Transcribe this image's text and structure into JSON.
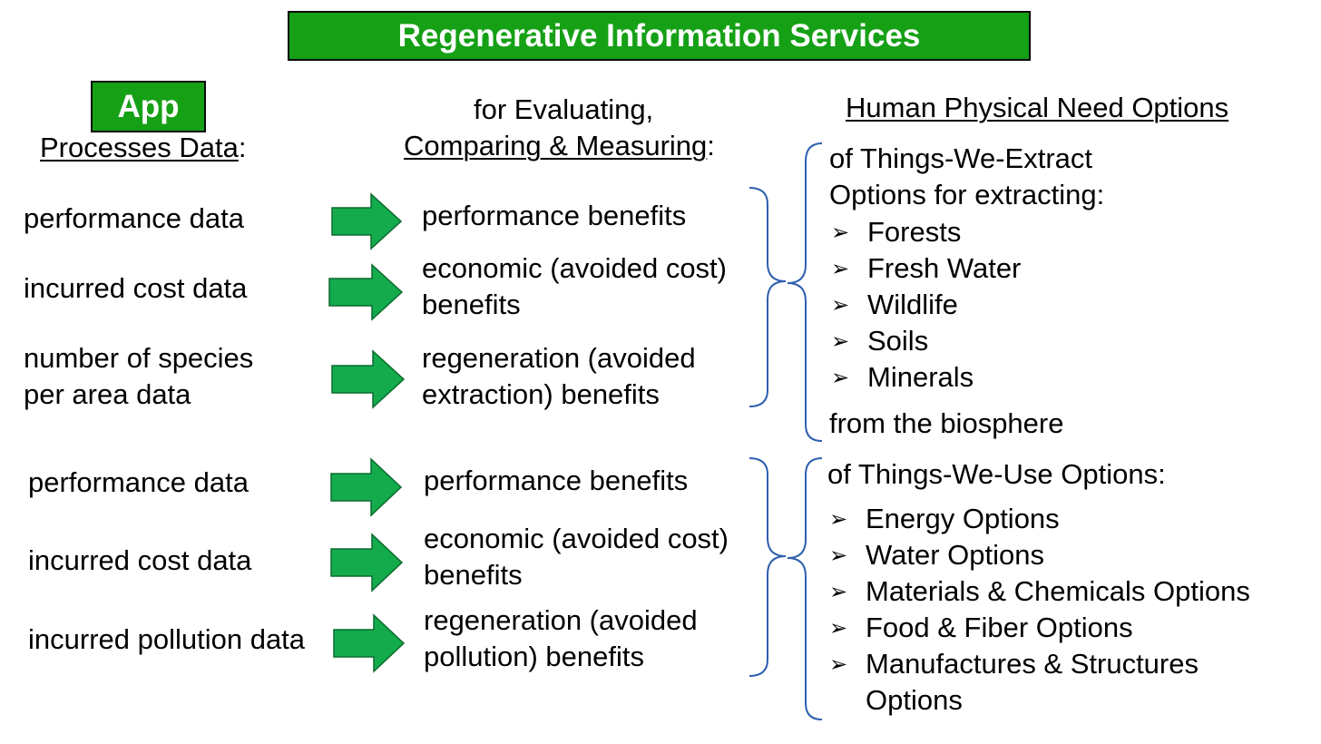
{
  "title": "Regenerative Information Services",
  "app_label": "App",
  "col1_heading": {
    "text": "Processes Data",
    "suffix": ":"
  },
  "col2_heading": {
    "line1": "for Evaluating,",
    "line2": "Comparing & Measuring",
    "suffix": ":"
  },
  "col3_heading": "Human Physical Need Options",
  "group1": {
    "rows": [
      {
        "data": [
          "performance data"
        ],
        "benefit": [
          "performance benefits"
        ]
      },
      {
        "data": [
          "incurred cost data"
        ],
        "benefit": [
          "economic (avoided cost)",
          "benefits"
        ]
      },
      {
        "data": [
          "number of species",
          "per area data"
        ],
        "benefit": [
          "regeneration (avoided",
          "extraction) benefits"
        ]
      }
    ],
    "options_intro": [
      "of Things-We-Extract",
      "Options for extracting:"
    ],
    "options": [
      "Forests",
      "Fresh Water",
      "Wildlife",
      "Soils",
      "Minerals"
    ],
    "options_outro": "from the biosphere"
  },
  "group2": {
    "rows": [
      {
        "data": [
          "performance data"
        ],
        "benefit": [
          "performance benefits"
        ]
      },
      {
        "data": [
          "incurred cost data"
        ],
        "benefit": [
          "economic (avoided cost)",
          "benefits"
        ]
      },
      {
        "data": [
          "incurred pollution data"
        ],
        "benefit": [
          "regeneration (avoided",
          "pollution) benefits"
        ]
      }
    ],
    "options_intro": [
      "of Things-We-Use Options:"
    ],
    "options": [
      "Energy Options",
      "Water Options",
      "Materials & Chemicals Options",
      "Food & Fiber Options",
      "Manufactures & Structures",
      "Options"
    ]
  },
  "bullet_symbol": "➢",
  "colors": {
    "green_box": "#16a016",
    "arrow_fill": "#13ab4c",
    "brace": "#2f5fae"
  }
}
